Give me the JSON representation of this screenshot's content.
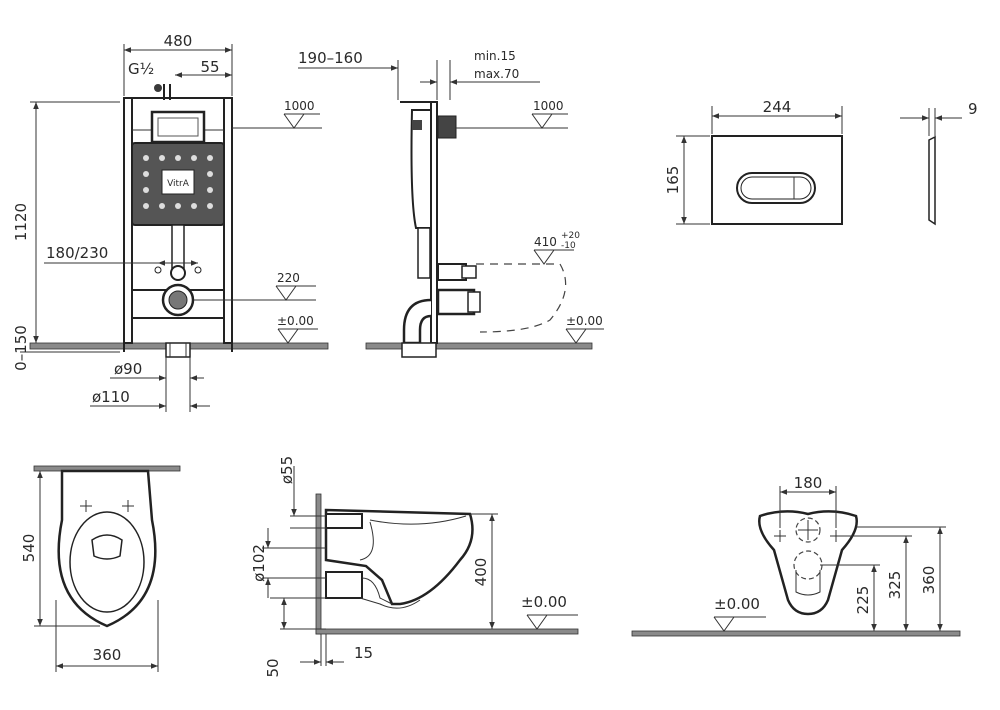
{
  "colors": {
    "ink": "#2a2a2a",
    "floor": "#8a8a8a",
    "panel": "#4a4a4a"
  },
  "frame_front": {
    "width": "480",
    "supply": "G½",
    "supply_offset": "55",
    "height": "1120",
    "adjust": "0–150",
    "bolt_spacing": "180/230",
    "level_top": "1000",
    "level_outlet": "220",
    "level_floor": "±0.00",
    "pipe_inner": "ø90",
    "pipe_outer": "ø110",
    "brand": "VitrA"
  },
  "frame_side": {
    "depth": "190–160",
    "wall_min": "min.15",
    "wall_max": "max.70",
    "level_top": "1000",
    "level_seat": "410",
    "level_seat_tol_plus": "+20",
    "level_seat_tol_minus": "-10",
    "level_floor": "±0.00"
  },
  "flush_plate": {
    "width": "244",
    "height": "165",
    "thickness": "9"
  },
  "bowl_top": {
    "length": "540",
    "width": "360"
  },
  "bowl_side": {
    "outlet": "ø55",
    "inlet": "ø102",
    "height": "400",
    "floor_gap": "50",
    "wall_gap": "15",
    "level_floor": "±0.00"
  },
  "bowl_front": {
    "bolt_spacing": "180",
    "level_floor": "±0.00",
    "h_outlet": "225",
    "h_inlet": "325",
    "h_top": "360"
  }
}
